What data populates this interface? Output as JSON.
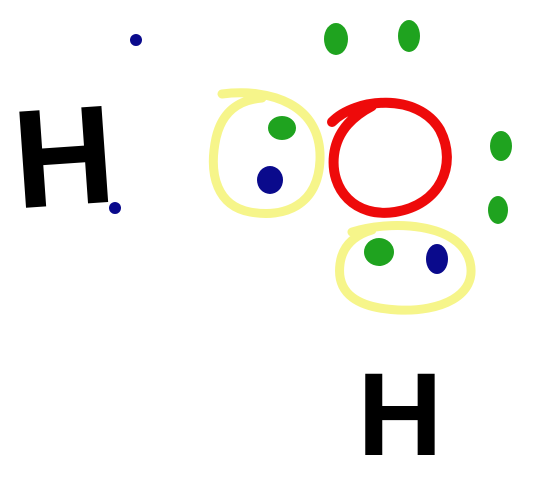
{
  "diagram": {
    "atoms": [
      {
        "id": "hydrogen-left",
        "symbol": "H"
      },
      {
        "id": "oxygen-center",
        "symbol": ""
      },
      {
        "id": "hydrogen-bottom",
        "symbol": "H"
      }
    ],
    "colors": {
      "hydrogen_symbol": "#000000",
      "oxygen_ring": "#ee0a0a",
      "bond_pair_ring": "#f6f58a",
      "oxygen_electron": "#1fa31f",
      "hydrogen_electron": "#0a0a8c",
      "background": "#ffffff"
    },
    "electron_counts": {
      "oxygen_lone_pair_electrons": 4,
      "shared_pairs": 2,
      "free_hydrogen_electrons": 2
    }
  }
}
